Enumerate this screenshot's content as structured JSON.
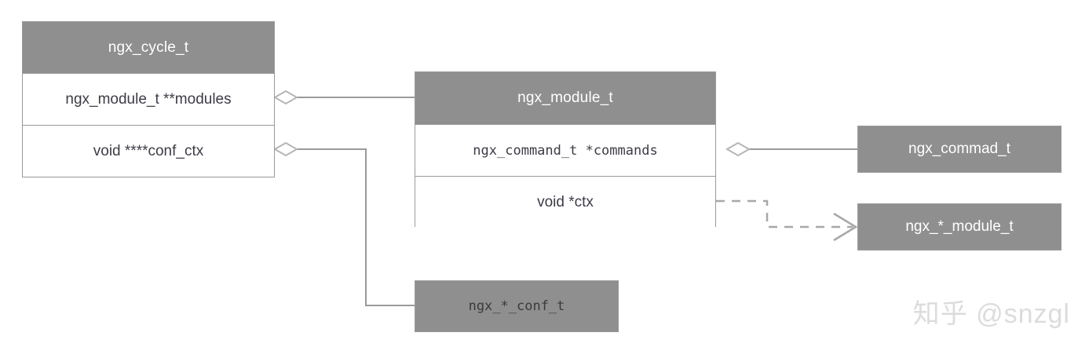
{
  "diagram": {
    "type": "uml-class-diagram",
    "background_color": "#ffffff",
    "header_fill": "#8f8f8f",
    "header_text_color": "#ffffff",
    "row_fill": "#ffffff",
    "row_text_color": "#3c3c46",
    "line_color": "#9a9a9a",
    "boxes": [
      {
        "id": "ngx_cycle_t",
        "title": "ngx_cycle_t",
        "rows": [
          "ngx_module_t **modules",
          "void ****conf_ctx"
        ]
      },
      {
        "id": "ngx_module_t",
        "title": "ngx_module_t",
        "rows": [
          "ngx_command_t *commands",
          "void *ctx"
        ]
      },
      {
        "id": "ngx_commad_t",
        "title": "ngx_commad_t",
        "rows": []
      },
      {
        "id": "ngx_star_module_t",
        "title": "ngx_*_module_t",
        "rows": []
      },
      {
        "id": "ngx_star_conf_t",
        "title": "ngx_*_conf_t",
        "rows": []
      }
    ],
    "connections": [
      {
        "from": "ngx_cycle_t.ngx_module_t **modules",
        "to": "ngx_module_t",
        "style": "aggregation",
        "line": "solid"
      },
      {
        "from": "ngx_cycle_t.void ****conf_ctx",
        "to": "ngx_*_conf_t",
        "style": "aggregation",
        "line": "solid"
      },
      {
        "from": "ngx_module_t.ngx_command_t *commands",
        "to": "ngx_commad_t",
        "style": "aggregation",
        "line": "solid"
      },
      {
        "from": "ngx_module_t.void *ctx",
        "to": "ngx_*_module_t",
        "style": "dependency",
        "line": "dashed"
      }
    ]
  },
  "watermark": {
    "text": "知乎 @snzgl"
  }
}
